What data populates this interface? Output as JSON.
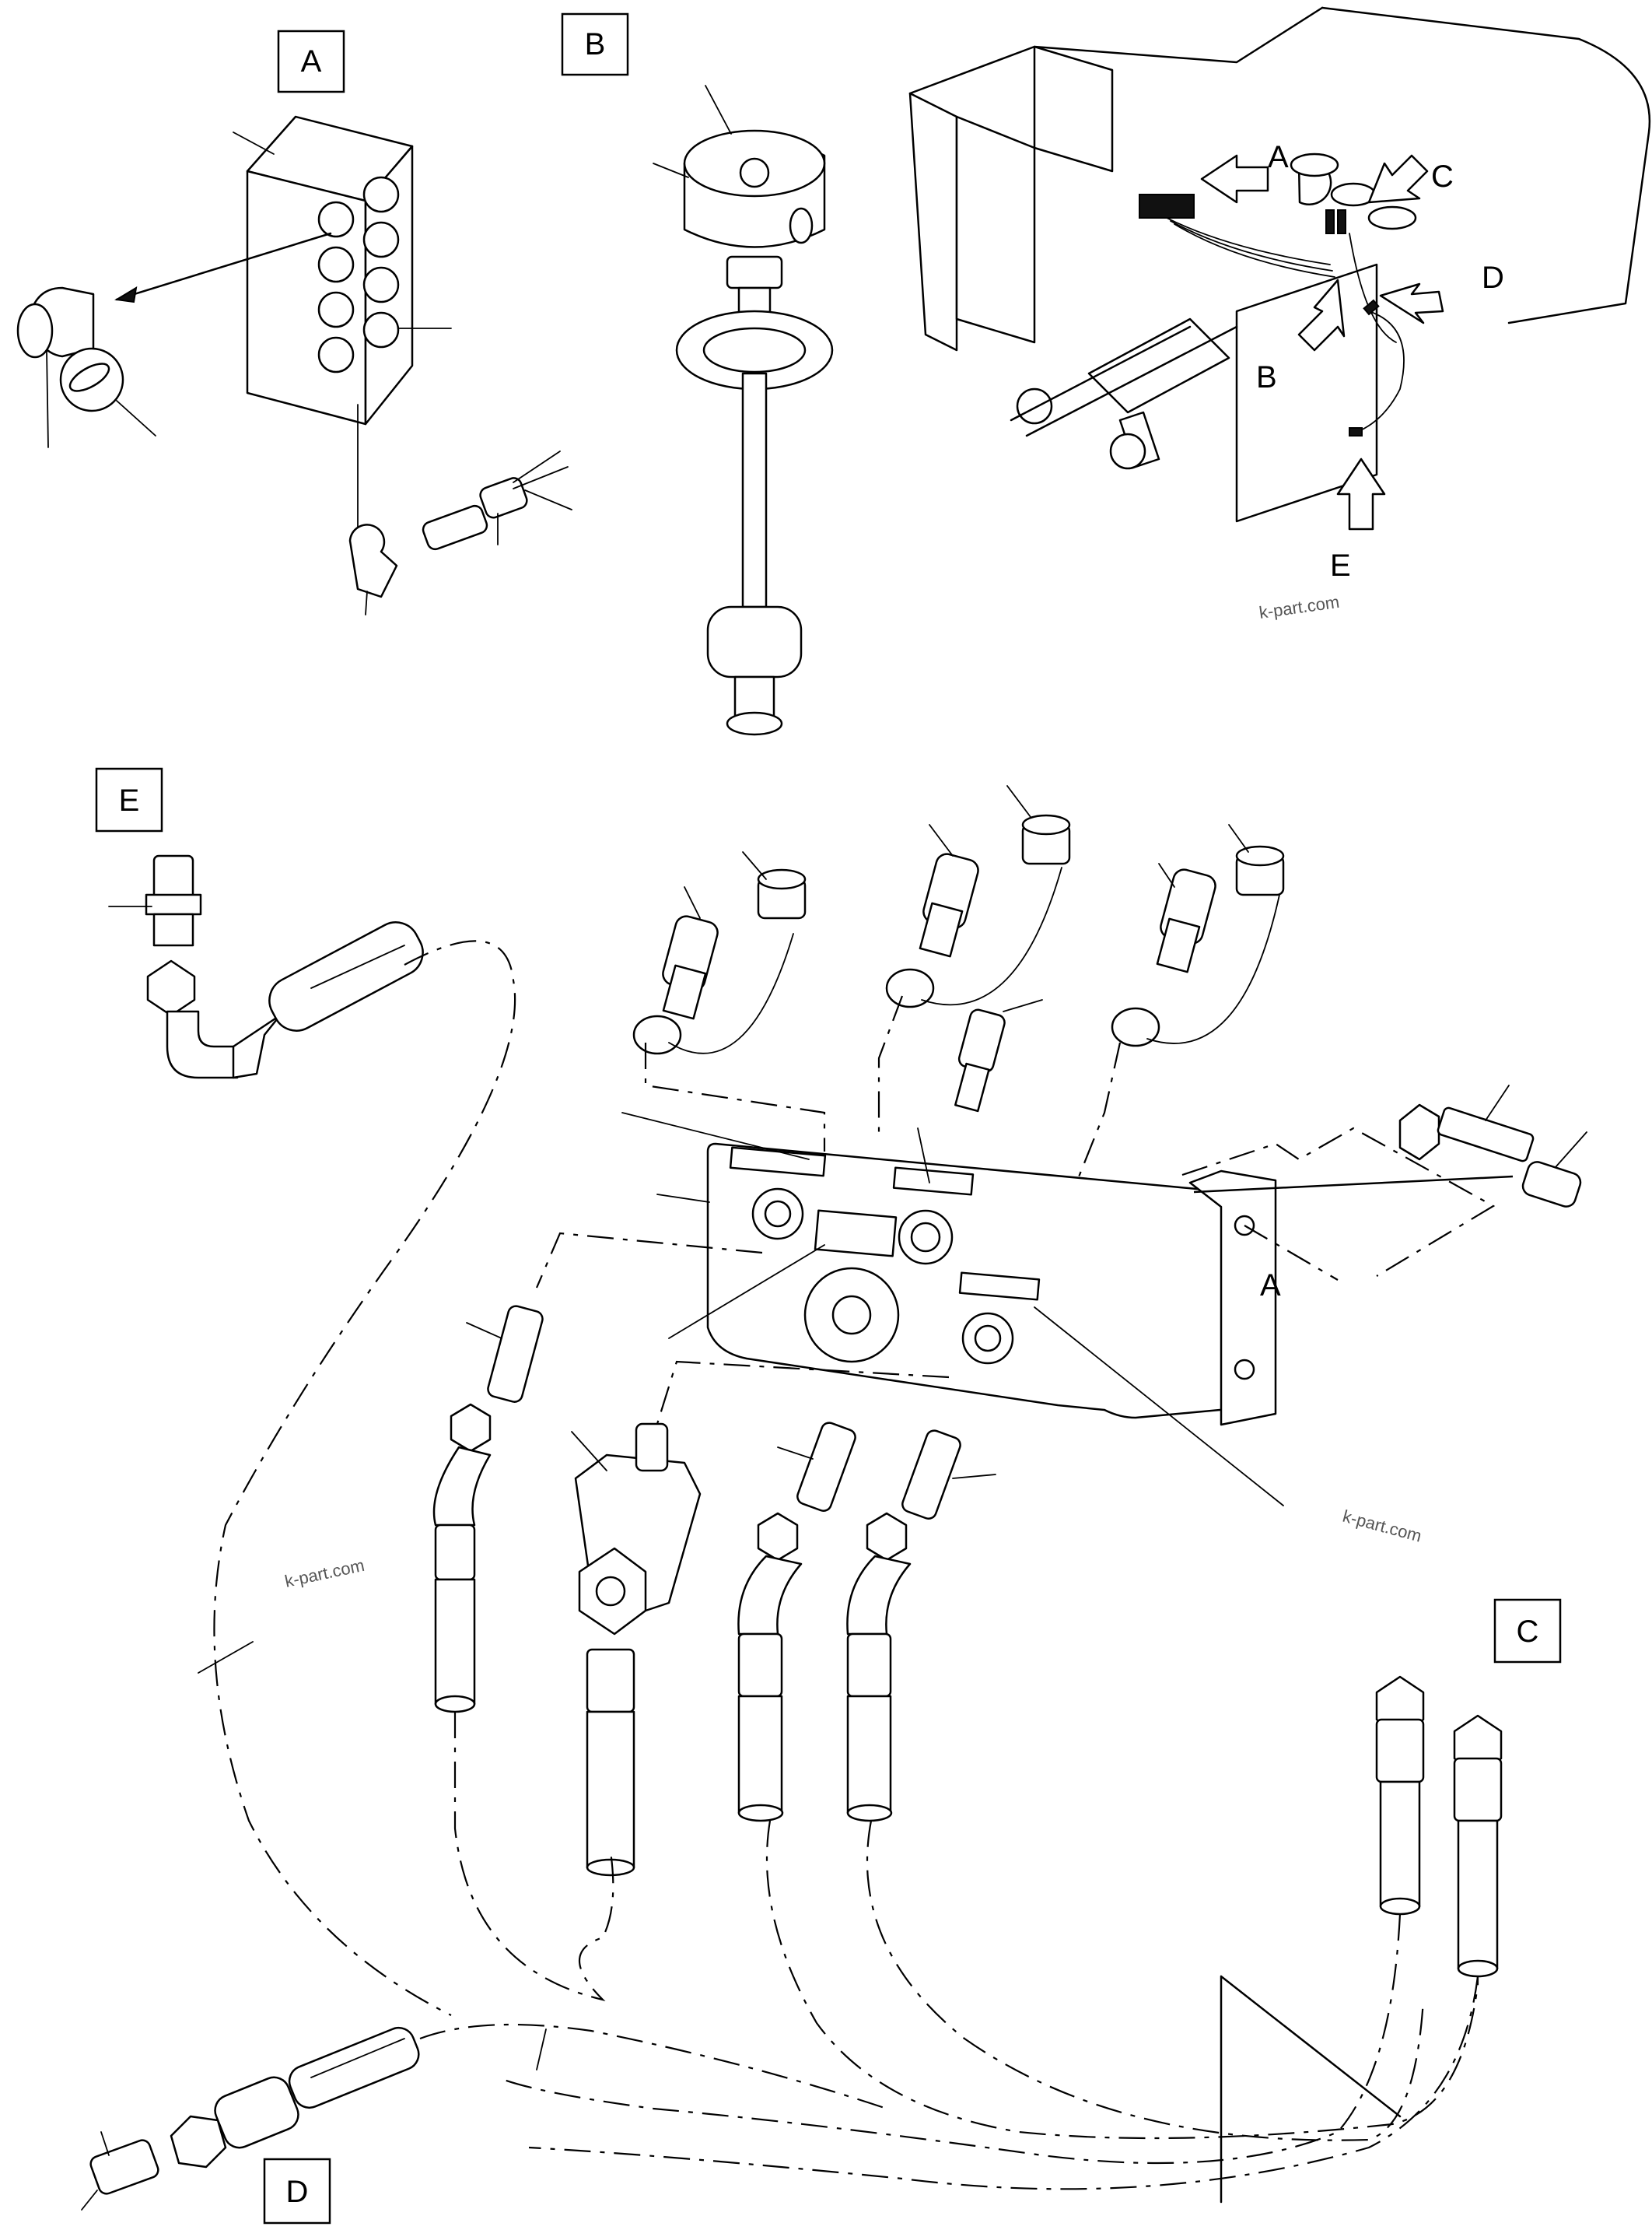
{
  "views": {
    "a": "A",
    "b": "B",
    "e": "E",
    "c": "C",
    "d": "D"
  },
  "machine_callouts": {
    "a": "A",
    "b": "B",
    "c": "C",
    "d": "D",
    "e": "E"
  },
  "bracket_callout": "A",
  "watermarks": [
    "k-part.com",
    "k-part.com",
    "k-part.com"
  ]
}
